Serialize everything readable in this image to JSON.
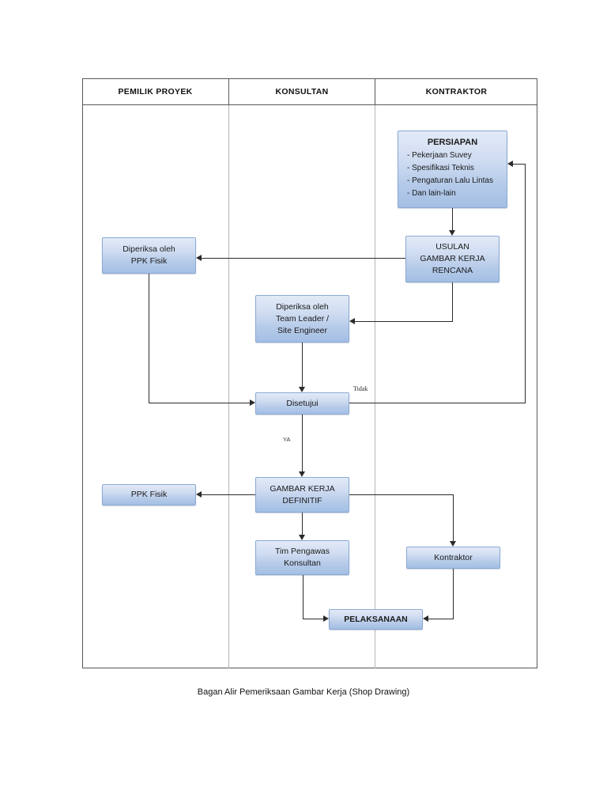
{
  "diagram": {
    "caption": "Bagan Alir Pemeriksaan Gambar Kerja (Shop Drawing)",
    "lanes": [
      {
        "label": "PEMILIK PROYEK"
      },
      {
        "label": "KONSULTAN"
      },
      {
        "label": "KONTRAKTOR"
      }
    ],
    "nodes": {
      "persiapan": {
        "title": "PERSIAPAN",
        "bullets": [
          "-  Pekerjaan Suvey",
          "-  Spesifikasi Teknis",
          "-  Pengaturan Lalu Lintas",
          "-  Dan lain-lain"
        ]
      },
      "diperiksa_ppk": {
        "line1": "Diperiksa oleh",
        "line2": "PPK Fisik"
      },
      "usulan": {
        "line1": "USULAN",
        "line2": "GAMBAR KERJA",
        "line3": "RENCANA"
      },
      "diperiksa_tl": {
        "line1": "Diperiksa oleh",
        "line2": "Team Leader /",
        "line3": "Site Engineer"
      },
      "disetujui": {
        "line1": "Disetujui"
      },
      "ppk_fisik": {
        "line1": "PPK Fisik"
      },
      "gambar_definitif": {
        "line1": "GAMBAR KERJA",
        "line2": "DEFINITIF"
      },
      "tim_pengawas": {
        "line1": "Tim Pengawas",
        "line2": "Konsultan"
      },
      "kontraktor": {
        "line1": "Kontraktor"
      },
      "pelaksanaan": {
        "line1": "PELAKSANAAN"
      }
    },
    "edge_labels": {
      "tidak": "Tidak",
      "ya": "YA"
    },
    "colors": {
      "node_fill_top": "#e2eaf7",
      "node_fill_bottom": "#a3bfe4",
      "node_border": "#8ba9d4",
      "connector": "#2b2b2b",
      "lane_divider": "#b4b4b4",
      "frame_border": "#55585c"
    }
  }
}
